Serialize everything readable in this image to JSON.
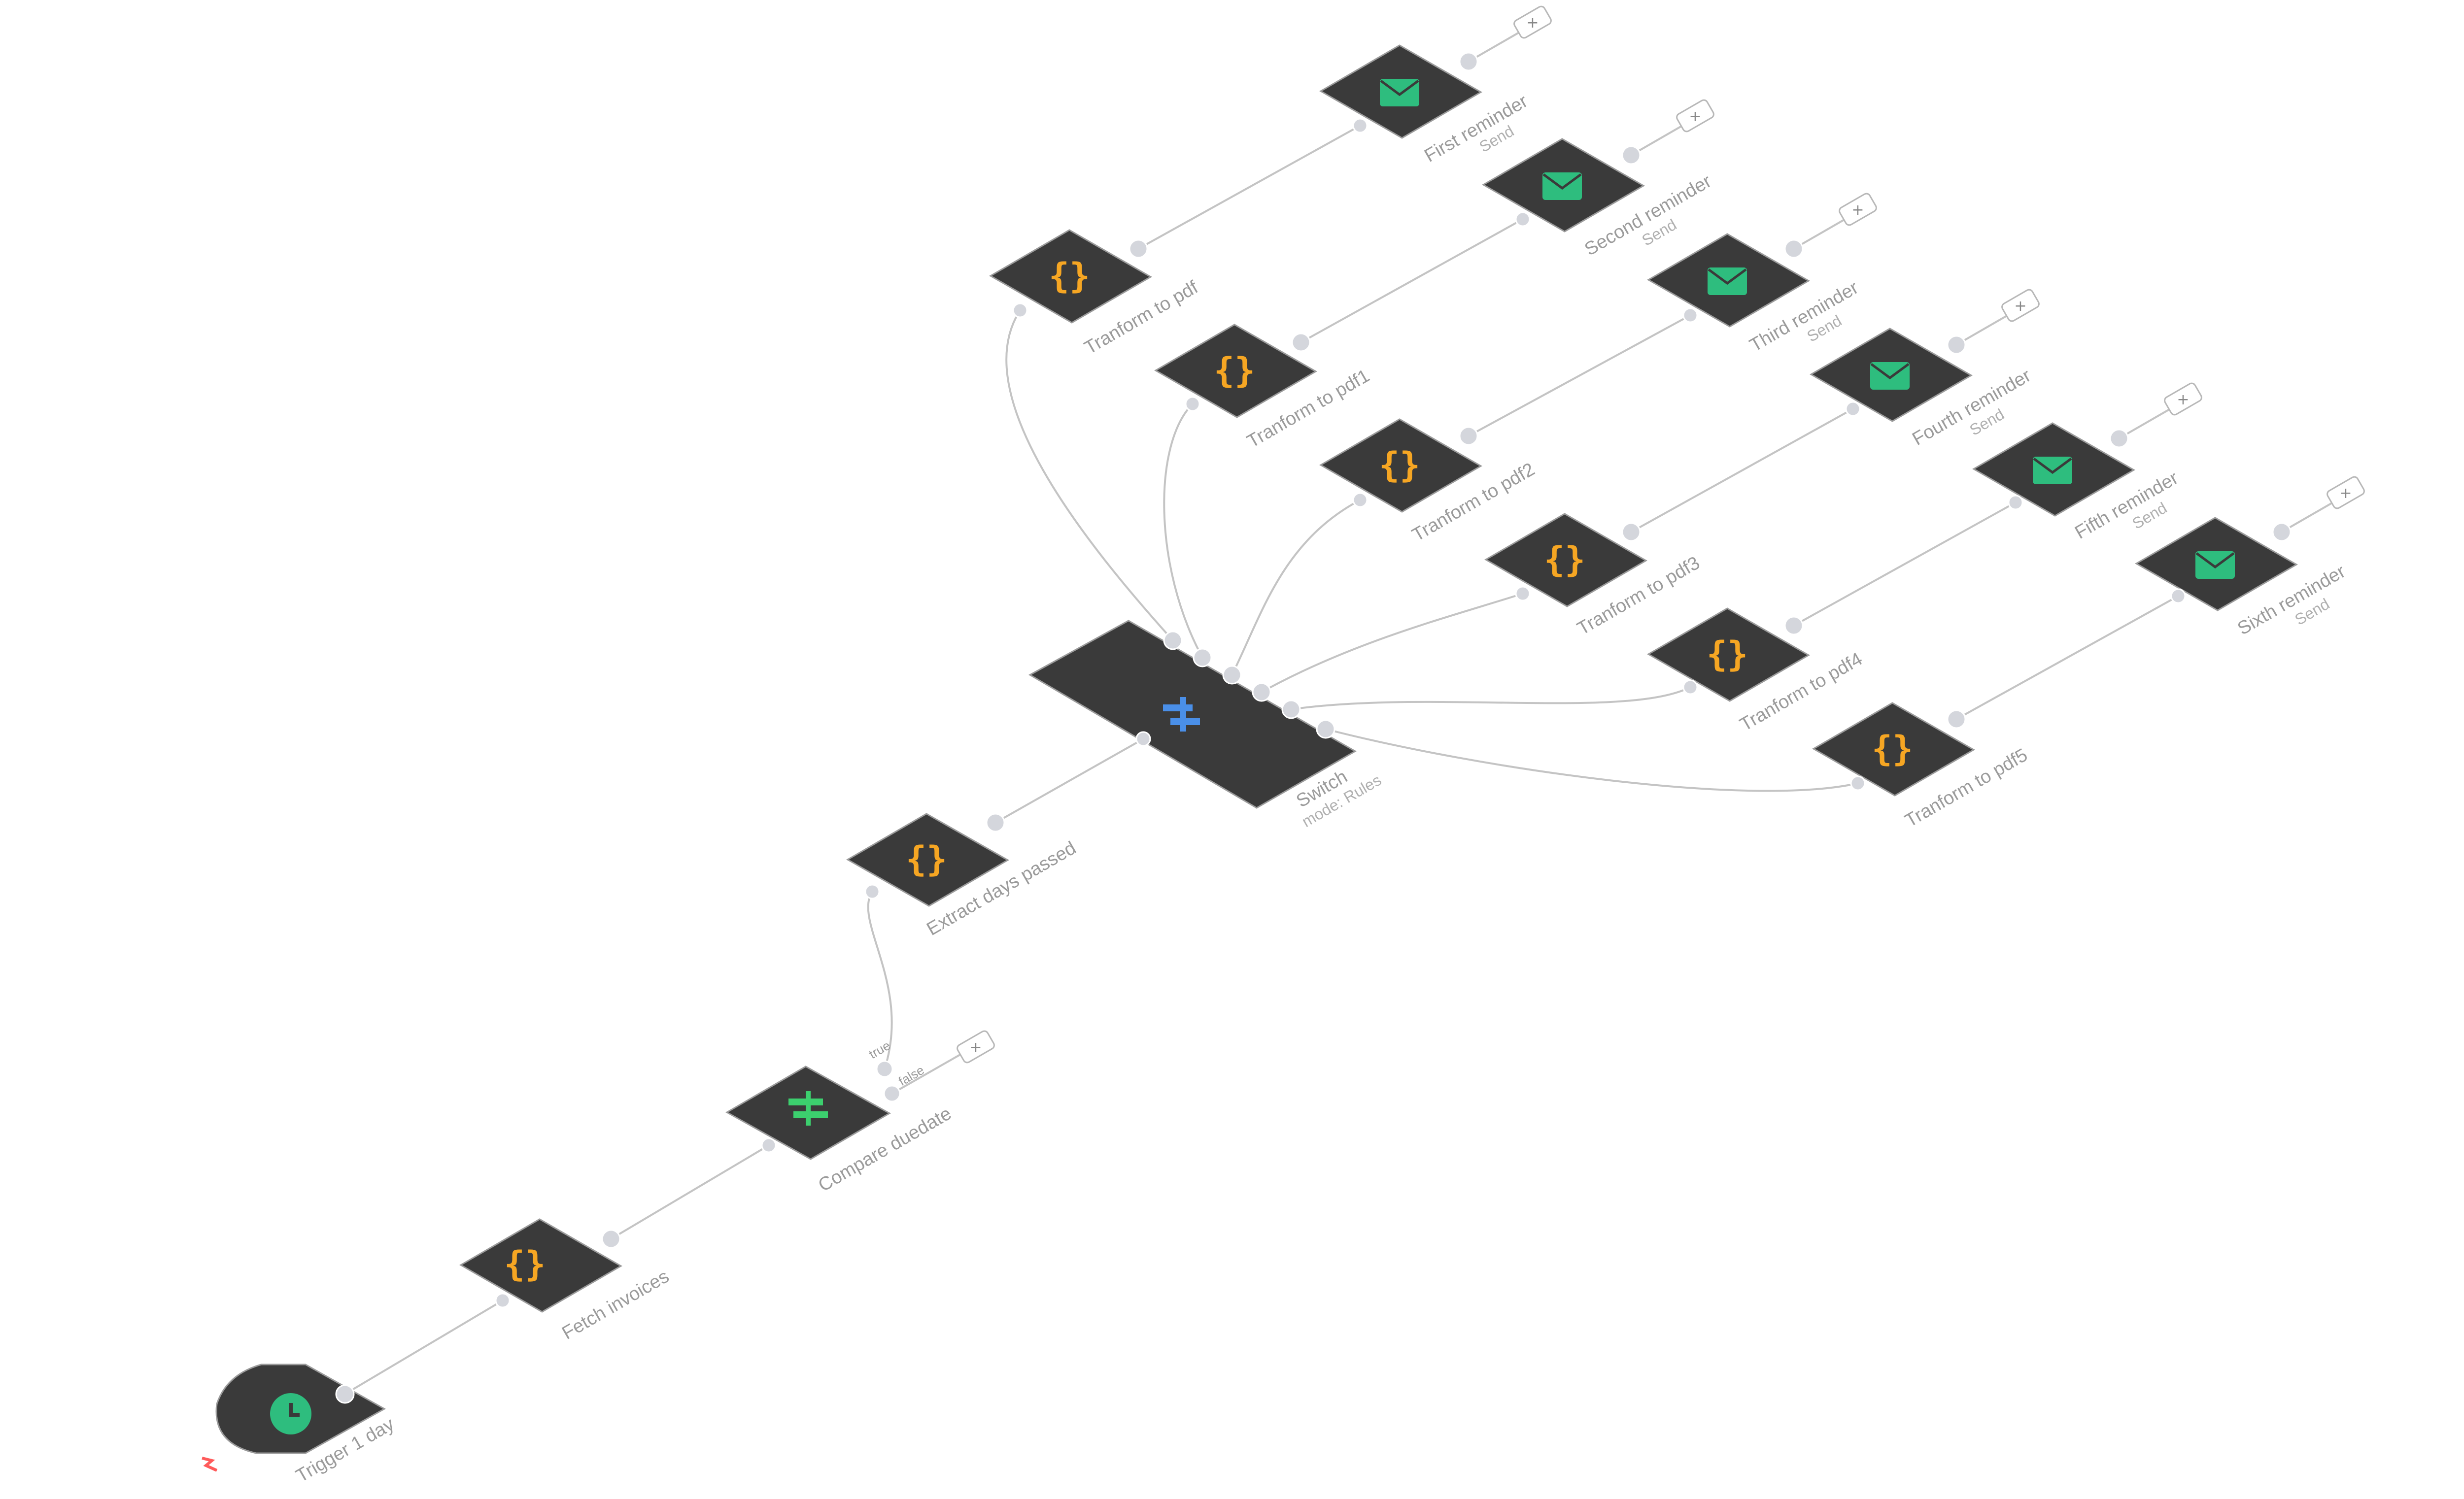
{
  "nodes": {
    "trigger": {
      "name": "Trigger 1 day"
    },
    "fetch": {
      "name": "Fetch invoices"
    },
    "compare": {
      "name": "Compare duedate",
      "true_label": "true",
      "false_label": "false"
    },
    "extract": {
      "name": "Extract days passed"
    },
    "switch": {
      "name": "Switch",
      "subtitle": "mode: Rules"
    },
    "transforms": [
      {
        "name": "Tranform to pdf"
      },
      {
        "name": "Tranform to pdf1"
      },
      {
        "name": "Tranform to pdf2"
      },
      {
        "name": "Tranform to pdf3"
      },
      {
        "name": "Tranform to pdf4"
      },
      {
        "name": "Tranform to pdf5"
      }
    ],
    "reminders": [
      {
        "name": "First reminder",
        "subtitle": "Send"
      },
      {
        "name": "Second reminder",
        "subtitle": "Send"
      },
      {
        "name": "Third reminder",
        "subtitle": "Send"
      },
      {
        "name": "Fourth reminder",
        "subtitle": "Send"
      },
      {
        "name": "Fifth reminder",
        "subtitle": "Send"
      },
      {
        "name": "Sixth reminder",
        "subtitle": "Send"
      }
    ]
  },
  "icons": {
    "trigger": "clock-icon",
    "code": "curly-braces-icon",
    "if": "if-branch-icon",
    "switch": "switch-icon",
    "email": "envelope-icon",
    "warning": "lightning-icon",
    "add": "plus-icon"
  },
  "colors": {
    "canvas_bg": "#ffffff",
    "node_fill": "#3a3a3a",
    "code_icon": "#f6a623",
    "email_icon": "#2ebd7e",
    "trigger_icon": "#2ebd7e",
    "if_icon": "#3ccf6e",
    "switch_icon": "#4a8fe8",
    "warning_icon": "#ff5a5a",
    "edge": "#c4c4c4",
    "label": "#9b9b9b"
  },
  "add_symbol": "+"
}
